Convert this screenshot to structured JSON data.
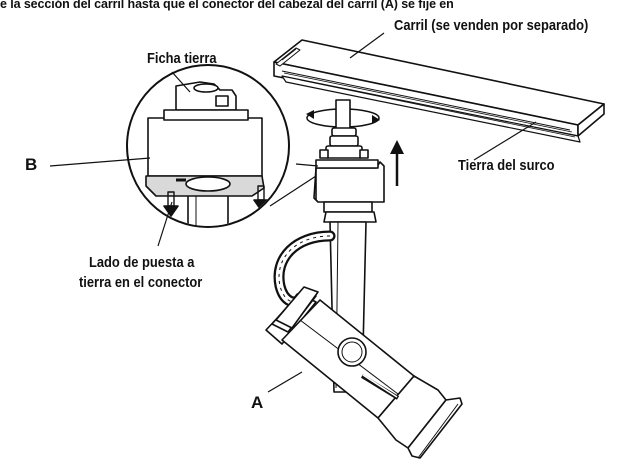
{
  "caption": "e la sección del carril hasta que el conector del cabezal del carril (A) se fije en",
  "labels": {
    "rail": "Carril (se venden por separado)",
    "ground_tab": "Ficha tierra",
    "part_b": "B",
    "groove_ground": "Tierra del surco",
    "ground_side_line1": "Lado de puesta a",
    "ground_side_line2": "tierra en el conector",
    "part_a": "A"
  },
  "colors": {
    "line": "#111111",
    "background": "#ffffff",
    "shade": "#d9d9d9"
  }
}
